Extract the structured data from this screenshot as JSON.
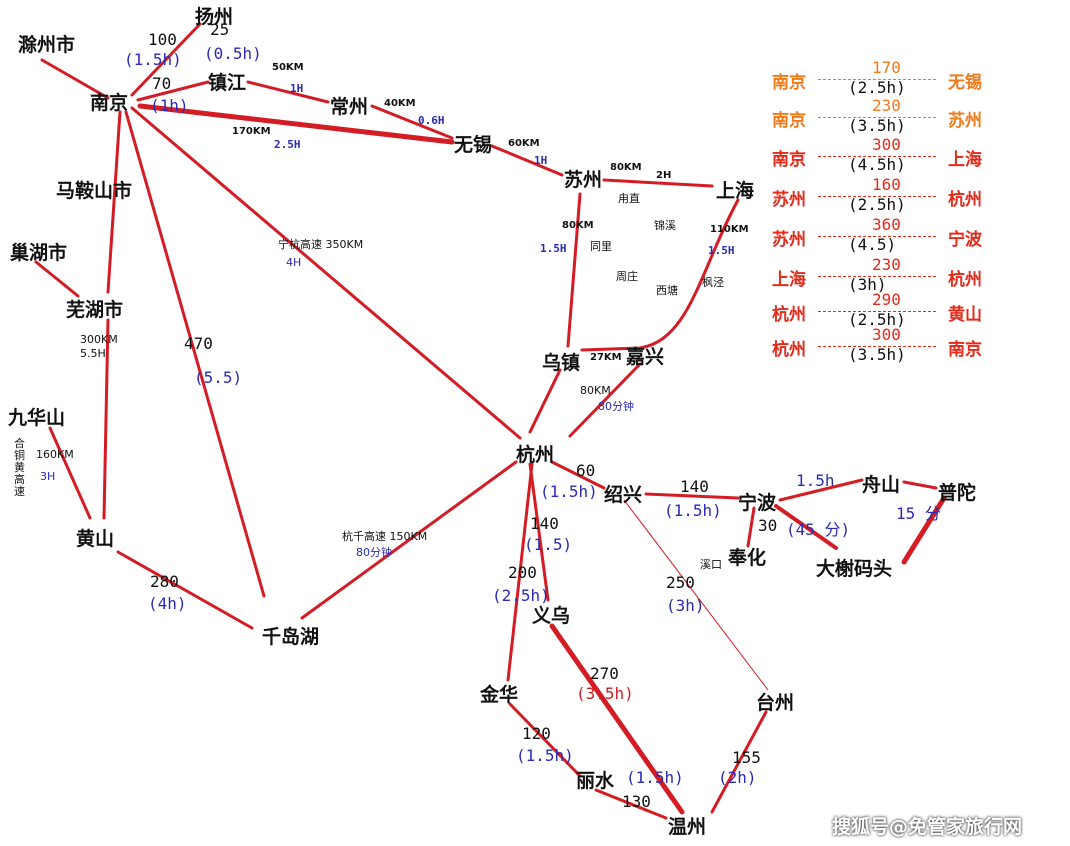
{
  "cities": {
    "chuzhou": "滁州市",
    "yangzhou": "扬州",
    "nanjing": "南京",
    "zhenjiang": "镇江",
    "changzhou": "常州",
    "wuxi": "无锡",
    "suzhou": "苏州",
    "shanghai": "上海",
    "maanshan": "马鞍山市",
    "chaohu": "巢湖市",
    "wuhu": "芜湖市",
    "jiuhuashan": "九华山",
    "huangshan": "黄山",
    "qiandaohu": "千岛湖",
    "hangzhou": "杭州",
    "wuzhen": "乌镇",
    "jiaxing": "嘉兴",
    "shaoxing": "绍兴",
    "ningbo": "宁波",
    "zhoushan": "舟山",
    "putuo": "普陀",
    "fenghua": "奉化",
    "daxiematou": "大榭码头",
    "yiwu": "义乌",
    "jinhua": "金华",
    "lishui": "丽水",
    "taizhou": "台州",
    "wenzhou": "温州"
  },
  "towns": {
    "luzhi": "甪直",
    "jinxi": "锦溪",
    "tongli": "同里",
    "zhouzhuang": "周庄",
    "xitang": "西塘",
    "fengjing": "枫泾",
    "xikou": "溪口"
  },
  "route_labels": {
    "chuzhou_nanjing_km": "100",
    "chuzhou_nanjing_time": "(1.5h)",
    "yangzhou_zhenjiang_km": "25",
    "yangzhou_zhenjiang_time": "(0.5h)",
    "nanjing_zhenjiang_km": "70",
    "nanjing_zhenjiang_time": "(1h)",
    "zhenjiang_changzhou_km": "50KM",
    "zhenjiang_changzhou_time": "1H",
    "changzhou_wuxi_km": "40KM",
    "changzhou_wuxi_time": "0.6H",
    "nanjing_wuxi_km": "170KM",
    "nanjing_wuxi_time": "2.5H",
    "wuxi_suzhou_km": "60KM",
    "wuxi_suzhou_time": "1H",
    "suzhou_shanghai_km": "80KM",
    "suzhou_shanghai_time": "2H",
    "suzhou_wuzhen_km": "80KM",
    "suzhou_wuzhen_time": "1.5H",
    "shanghai_jiaxing_km": "110KM",
    "shanghai_jiaxing_time": "1.5H",
    "wuzhen_jiaxing_km": "27KM",
    "jiaxing_hangzhou_km": "80KM",
    "jiaxing_hangzhou_time": "80分钟",
    "ninghang_name": "宁杭高速 350KM",
    "ninghang_time": "4H",
    "nanjing_wuhu_km": "300KM",
    "nanjing_wuhu_time": "5.5H",
    "nanjing_qiandaohu_km": "470",
    "nanjing_qiandaohu_time": "(5.5)",
    "hehuang_v": "合铜黄高速",
    "jiuhua_huangshan_km": "160KM",
    "jiuhua_huangshan_time": "3H",
    "huangshan_qdh_km": "280",
    "huangshan_qdh_time": "(4h)",
    "hangqian_name": "杭千高速 150KM",
    "hangqian_time": "80分钟",
    "hangzhou_shaoxing_km": "60",
    "hangzhou_shaoxing_time": "(1.5h)",
    "shaoxing_ningbo_km": "140",
    "shaoxing_ningbo_time": "(1.5h)",
    "ningbo_zhoushan_time": "1.5h",
    "zhoushan_putuo_time": "15 分",
    "ningbo_daxie_km": "30",
    "ningbo_daxie_time": "(45 分)",
    "hangzhou_yiwu_km": "140",
    "hangzhou_yiwu_time": "(1.5)",
    "hangzhou_jinhua_km": "200",
    "hangzhou_jinhua_time": "(2.5h)",
    "shaoxing_taizhou_km": "250",
    "shaoxing_taizhou_time": "(3h)",
    "yiwu_wenzhou_km": "270",
    "yiwu_wenzhou_time": "(3.5h)",
    "jinhua_lishui_km": "120",
    "jinhua_lishui_time": "(1.5h)",
    "lishui_wenzhou_km": "130",
    "lishui_wenzhou_time": "(1.5h)",
    "taizhou_wenzhou_km": "155",
    "taizhou_wenzhou_time": "(2h)"
  },
  "legend": [
    {
      "from": "南京",
      "to": "无锡",
      "distance": "170",
      "time": "(2.5h)",
      "color": "#f07a1a"
    },
    {
      "from": "南京",
      "to": "苏州",
      "distance": "230",
      "time": "(3.5h)",
      "color": "#f07a1a"
    },
    {
      "from": "南京",
      "to": "上海",
      "distance": "300",
      "time": "(4.5h)",
      "color": "#e52a1a"
    },
    {
      "from": "苏州",
      "to": "杭州",
      "distance": "160",
      "time": "(2.5h)",
      "color": "#e52a1a"
    },
    {
      "from": "苏州",
      "to": "宁波",
      "distance": "360",
      "time": "(4.5)",
      "color": "#e52a1a"
    },
    {
      "from": "上海",
      "to": "杭州",
      "distance": "230",
      "time": "(3h)",
      "color": "#e52a1a"
    },
    {
      "from": "杭州",
      "to": "黄山",
      "distance": "290",
      "time": "(2.5h)",
      "color": "#e52a1a"
    },
    {
      "from": "杭州",
      "to": "南京",
      "distance": "300",
      "time": "(3.5h)",
      "color": "#e52a1a"
    }
  ],
  "watermark": "搜狐号@免管家旅行网",
  "colors": {
    "route": "#d41c24",
    "time_blue": "#2a2ab8",
    "time_red": "#d41c24"
  }
}
